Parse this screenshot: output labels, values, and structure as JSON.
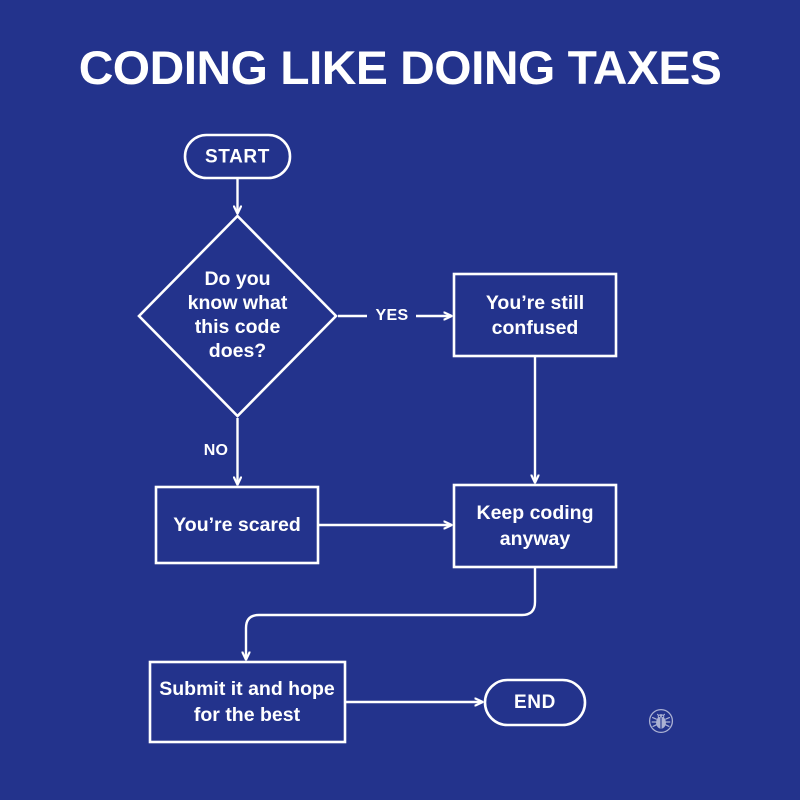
{
  "poster": {
    "title": "CODING LIKE DOING TAXES",
    "background_color": "#23338c",
    "stroke_color": "#ffffff",
    "text_color": "#ffffff"
  },
  "flowchart": {
    "nodes": {
      "start": {
        "label": "START",
        "shape": "pill"
      },
      "decision": {
        "shape": "diamond",
        "lines": [
          "Do you",
          "know what",
          "this code",
          "does?"
        ],
        "label": "Do you know what this code does?"
      },
      "still_confused": {
        "shape": "rectangle",
        "lines": [
          "You’re still",
          "confused"
        ],
        "label": "You’re still confused"
      },
      "scared": {
        "shape": "rectangle",
        "lines": [
          "You’re scared"
        ],
        "label": "You’re scared"
      },
      "keep_coding": {
        "shape": "rectangle",
        "lines": [
          "Keep coding",
          "anyway"
        ],
        "label": "Keep coding anyway"
      },
      "submit": {
        "shape": "rectangle",
        "lines": [
          "Submit it and hope",
          "for the best"
        ],
        "label": "Submit it and hope for the best"
      },
      "end": {
        "label": "END",
        "shape": "pill"
      }
    },
    "edge_labels": {
      "yes": "YES",
      "no": "NO"
    }
  },
  "watermark": {
    "icon": "bug-icon"
  }
}
